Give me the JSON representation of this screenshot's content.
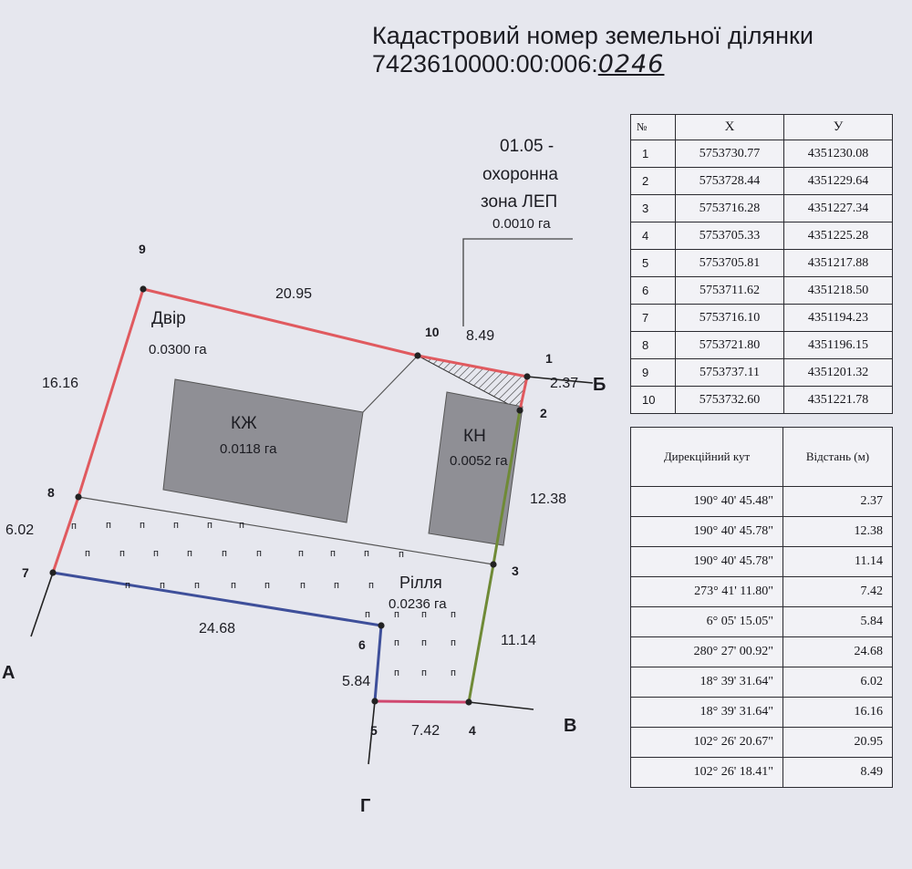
{
  "title": {
    "line1": "Кадастровий номер земельної ділянки",
    "line2_prefix": "7423610000:00:006:",
    "line2_suffix": "0246"
  },
  "diagram": {
    "points": [
      {
        "id": "1",
        "label": "1"
      },
      {
        "id": "2",
        "label": "2"
      },
      {
        "id": "3",
        "label": "3"
      },
      {
        "id": "4",
        "label": "4"
      },
      {
        "id": "5",
        "label": "5"
      },
      {
        "id": "6",
        "label": "6"
      },
      {
        "id": "7",
        "label": "7"
      },
      {
        "id": "8",
        "label": "8"
      },
      {
        "id": "9",
        "label": "9"
      },
      {
        "id": "10",
        "label": "10"
      }
    ],
    "segment_lengths": {
      "s9_10": "20.95",
      "s10_1": "8.49",
      "s1_2": "2.37",
      "s2_3": "12.38",
      "s3_4": "11.14",
      "s4_5": "7.42",
      "s5_6": "5.84",
      "s6_7": "24.68",
      "s7_8": "6.02",
      "s8_9": "16.16"
    },
    "neighbor_labels": {
      "a": "А",
      "b": "Б",
      "v": "В",
      "g": "Г"
    },
    "zones": {
      "dvir_name": "Двір",
      "dvir_area": "0.0300 га",
      "kzh_name": "КЖ",
      "kzh_area": "0.0118 га",
      "kn_name": "КН",
      "kn_area": "0.0052 га",
      "rillia_name": "Рілля",
      "rillia_area": "0.0236 га",
      "lep_code": "01.05 -",
      "lep_line2": "охоронна",
      "lep_line3": "зона ЛЕП",
      "lep_area": "0.0010 га"
    },
    "field_mark": "п",
    "colors": {
      "red": "#e05a5f",
      "blue": "#3e4f9a",
      "green": "#6f8a36",
      "pink": "#d0486f",
      "building": "#8f8f95"
    }
  },
  "coords_table": {
    "headers": {
      "n": "№",
      "x": "X",
      "y": "У"
    },
    "rows": [
      {
        "n": "1",
        "x": "5753730.77",
        "y": "4351230.08"
      },
      {
        "n": "2",
        "x": "5753728.44",
        "y": "4351229.64"
      },
      {
        "n": "3",
        "x": "5753716.28",
        "y": "4351227.34"
      },
      {
        "n": "4",
        "x": "5753705.33",
        "y": "4351225.28"
      },
      {
        "n": "5",
        "x": "5753705.81",
        "y": "4351217.88"
      },
      {
        "n": "6",
        "x": "5753711.62",
        "y": "4351218.50"
      },
      {
        "n": "7",
        "x": "5753716.10",
        "y": "4351194.23"
      },
      {
        "n": "8",
        "x": "5753721.80",
        "y": "4351196.15"
      },
      {
        "n": "9",
        "x": "5753737.11",
        "y": "4351201.32"
      },
      {
        "n": "10",
        "x": "5753732.60",
        "y": "4351221.78"
      }
    ]
  },
  "angles_table": {
    "headers": {
      "angle": "Дирекційний кут",
      "distance": "Відстань (м)"
    },
    "rows": [
      {
        "angle": "190°  40'  45.48\"",
        "distance": "2.37"
      },
      {
        "angle": "190°  40'  45.78\"",
        "distance": "12.38"
      },
      {
        "angle": "190°  40'  45.78\"",
        "distance": "11.14"
      },
      {
        "angle": "273°  41'  11.80\"",
        "distance": "7.42"
      },
      {
        "angle": "6°  05'  15.05\"",
        "distance": "5.84"
      },
      {
        "angle": "280°  27'  00.92\"",
        "distance": "24.68"
      },
      {
        "angle": "18°  39'  31.64\"",
        "distance": "6.02"
      },
      {
        "angle": "18°  39'  31.64\"",
        "distance": "16.16"
      },
      {
        "angle": "102°  26'  20.67\"",
        "distance": "20.95"
      },
      {
        "angle": "102°  26'  18.41\"",
        "distance": "8.49"
      }
    ]
  }
}
